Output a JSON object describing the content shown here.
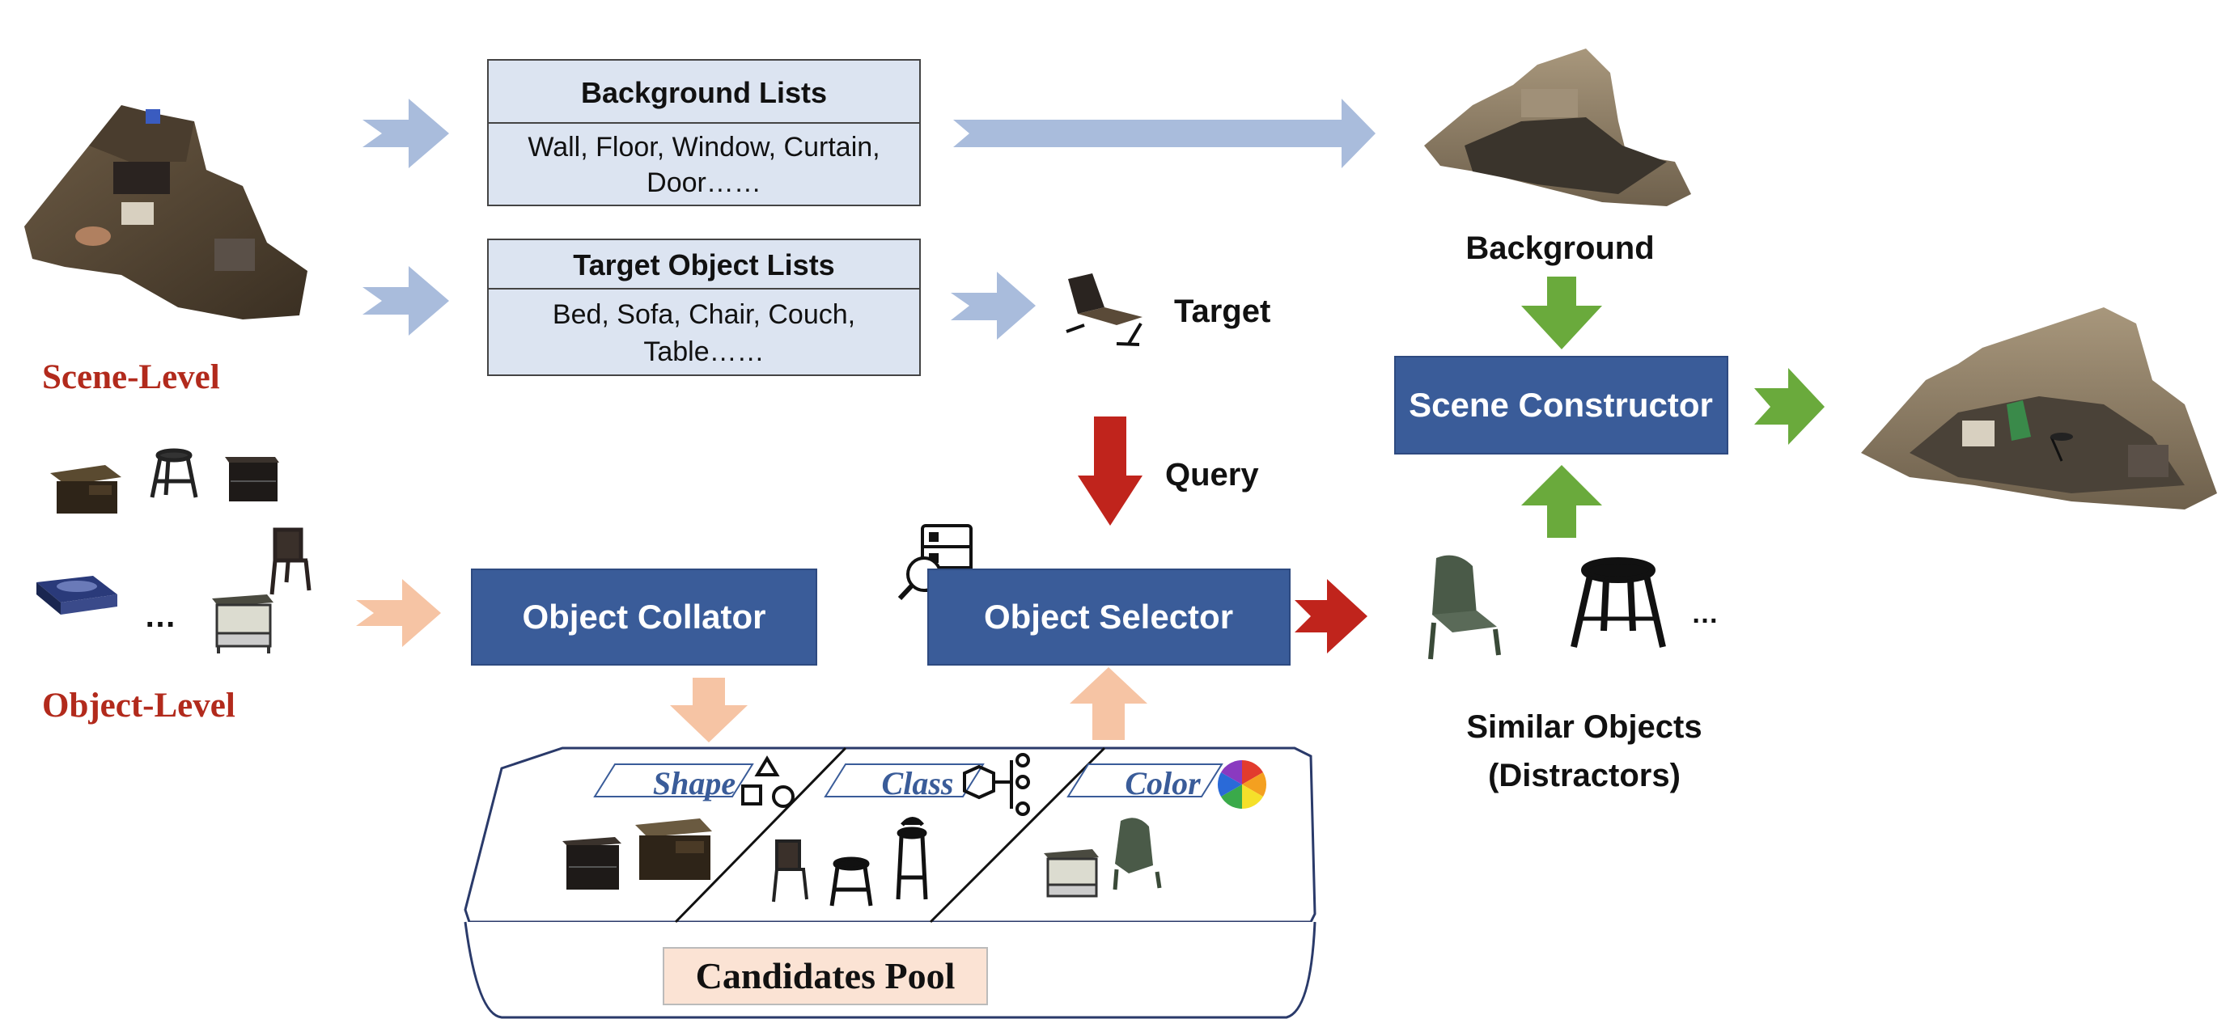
{
  "labels": {
    "scene_level": "Scene-Level",
    "object_level": "Object-Level",
    "target": "Target",
    "query": "Query",
    "background": "Background",
    "similar_objects_line1": "Similar Objects",
    "similar_objects_line2": "(Distractors)",
    "ellipsis_left": "…",
    "ellipsis_right": "…"
  },
  "lists": {
    "background": {
      "title": "Background Lists",
      "line1": "Wall, Floor, Window,  Curtain,",
      "line2": "Door……"
    },
    "target": {
      "title": "Target Object Lists",
      "line1": "Bed, Sofa, Chair, Couch,",
      "line2": "Table……"
    }
  },
  "modules": {
    "collator": "Object Collator",
    "selector": "Object Selector",
    "constructor": "Scene Constructor"
  },
  "pool": {
    "label": "Candidates Pool",
    "tabs": [
      "Shape",
      "Class",
      "Color"
    ]
  },
  "colors": {
    "module_fill": "#3a5c99",
    "list_fill": "#dce4f1",
    "arrow_blue": "#a9bcdc",
    "arrow_peach": "#f6c4a4",
    "arrow_red": "#c0241c",
    "arrow_green": "#6aaa3c",
    "level_text": "#b22a1c",
    "pool_label_fill": "#fbe3d4",
    "tab_text": "#3a5c99"
  },
  "icons": [
    "scene-scan-icon",
    "target-chair-icon",
    "database-search-icon",
    "shape-icon",
    "class-hierarchy-icon",
    "color-wheel-icon"
  ]
}
